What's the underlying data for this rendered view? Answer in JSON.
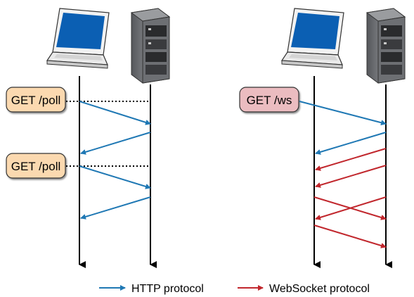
{
  "left": {
    "requests": [
      {
        "label": "GET /poll"
      },
      {
        "label": "GET /poll"
      }
    ]
  },
  "right": {
    "request": {
      "label": "GET /ws"
    }
  },
  "legend": {
    "http": {
      "label": "HTTP protocol"
    },
    "websocket": {
      "label": "WebSocket protocol"
    }
  },
  "colors": {
    "http": "#1f78b4",
    "websocket": "#c1272d",
    "poll_box_fill": "#fbd9b0",
    "ws_box_fill": "#ebbcc0",
    "box_stroke": "#333333",
    "laptop_screen": "#0b5fb3",
    "server_body": "#6d6f73"
  },
  "icons": [
    "laptop-icon",
    "server-icon"
  ]
}
